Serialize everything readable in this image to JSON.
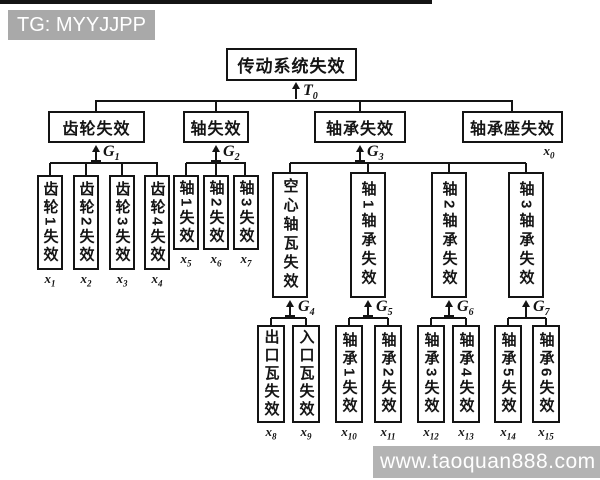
{
  "overlay": {
    "badge_text": "TG: MYYJJPP",
    "watermark_text": "www.taoquan888.com"
  },
  "colors": {
    "badge_bg": "#a9a9a9",
    "watermark_bg": "#b3b3b3",
    "line": "#141414"
  },
  "tree": {
    "root": {
      "label": "传动系统失效",
      "event": {
        "base": "T",
        "sub": "0"
      }
    },
    "level1": [
      {
        "label": "齿轮失效",
        "gate": {
          "base": "G",
          "sub": "1"
        }
      },
      {
        "label": "轴失效",
        "gate": {
          "base": "G",
          "sub": "2"
        }
      },
      {
        "label": "轴承失效",
        "gate": {
          "base": "G",
          "sub": "3"
        }
      },
      {
        "label": "轴承座失效",
        "event": {
          "base": "x",
          "sub": "0"
        }
      }
    ],
    "gear_events": [
      {
        "label": "齿轮1失效",
        "event": {
          "base": "x",
          "sub": "1"
        }
      },
      {
        "label": "齿轮2失效",
        "event": {
          "base": "x",
          "sub": "2"
        }
      },
      {
        "label": "齿轮3失效",
        "event": {
          "base": "x",
          "sub": "3"
        }
      },
      {
        "label": "齿轮4失效",
        "event": {
          "base": "x",
          "sub": "4"
        }
      }
    ],
    "shaft_events": [
      {
        "label": "轴1失效",
        "event": {
          "base": "x",
          "sub": "5"
        }
      },
      {
        "label": "轴2失效",
        "event": {
          "base": "x",
          "sub": "6"
        }
      },
      {
        "label": "轴3失效",
        "event": {
          "base": "x",
          "sub": "7"
        }
      }
    ],
    "bearing_nodes": [
      {
        "label": "空心轴瓦失效",
        "gate": {
          "base": "G",
          "sub": "4"
        }
      },
      {
        "label": "轴1轴承失效",
        "gate": {
          "base": "G",
          "sub": "5"
        }
      },
      {
        "label": "轴2轴承失效",
        "gate": {
          "base": "G",
          "sub": "6"
        }
      },
      {
        "label": "轴3轴承失效",
        "gate": {
          "base": "G",
          "sub": "7"
        }
      }
    ],
    "bottom_events": [
      {
        "label": "出口瓦失效",
        "event": {
          "base": "x",
          "sub": "8"
        }
      },
      {
        "label": "入口瓦失效",
        "event": {
          "base": "x",
          "sub": "9"
        }
      },
      {
        "label": "轴承1失效",
        "event": {
          "base": "x",
          "sub": "10"
        }
      },
      {
        "label": "轴承2失效",
        "event": {
          "base": "x",
          "sub": "11"
        }
      },
      {
        "label": "轴承3失效",
        "event": {
          "base": "x",
          "sub": "12"
        }
      },
      {
        "label": "轴承4失效",
        "event": {
          "base": "x",
          "sub": "13"
        }
      },
      {
        "label": "轴承5失效",
        "event": {
          "base": "x",
          "sub": "14"
        }
      },
      {
        "label": "轴承6失效",
        "event": {
          "base": "x",
          "sub": "15"
        }
      }
    ]
  }
}
